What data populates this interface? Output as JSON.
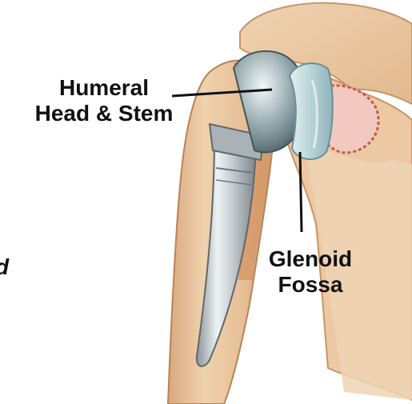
{
  "labels": {
    "humeral": [
      "Humeral",
      "Head & Stem"
    ],
    "glenoid": [
      "Glenoid",
      "Fossa"
    ],
    "cropped_left_fragment": "d"
  },
  "colors": {
    "bone": "#e9c7a0",
    "bone_shadow": "#c8966a",
    "cortex": "#d9a477",
    "implant_metal": "#b9c3c7",
    "implant_highlight": "#eef3f4",
    "head_sphere": "#8fa6ac",
    "glenoid_component": "#b7d3d8",
    "tissue_red": "#c25a4a",
    "leader_line": "#111111"
  }
}
